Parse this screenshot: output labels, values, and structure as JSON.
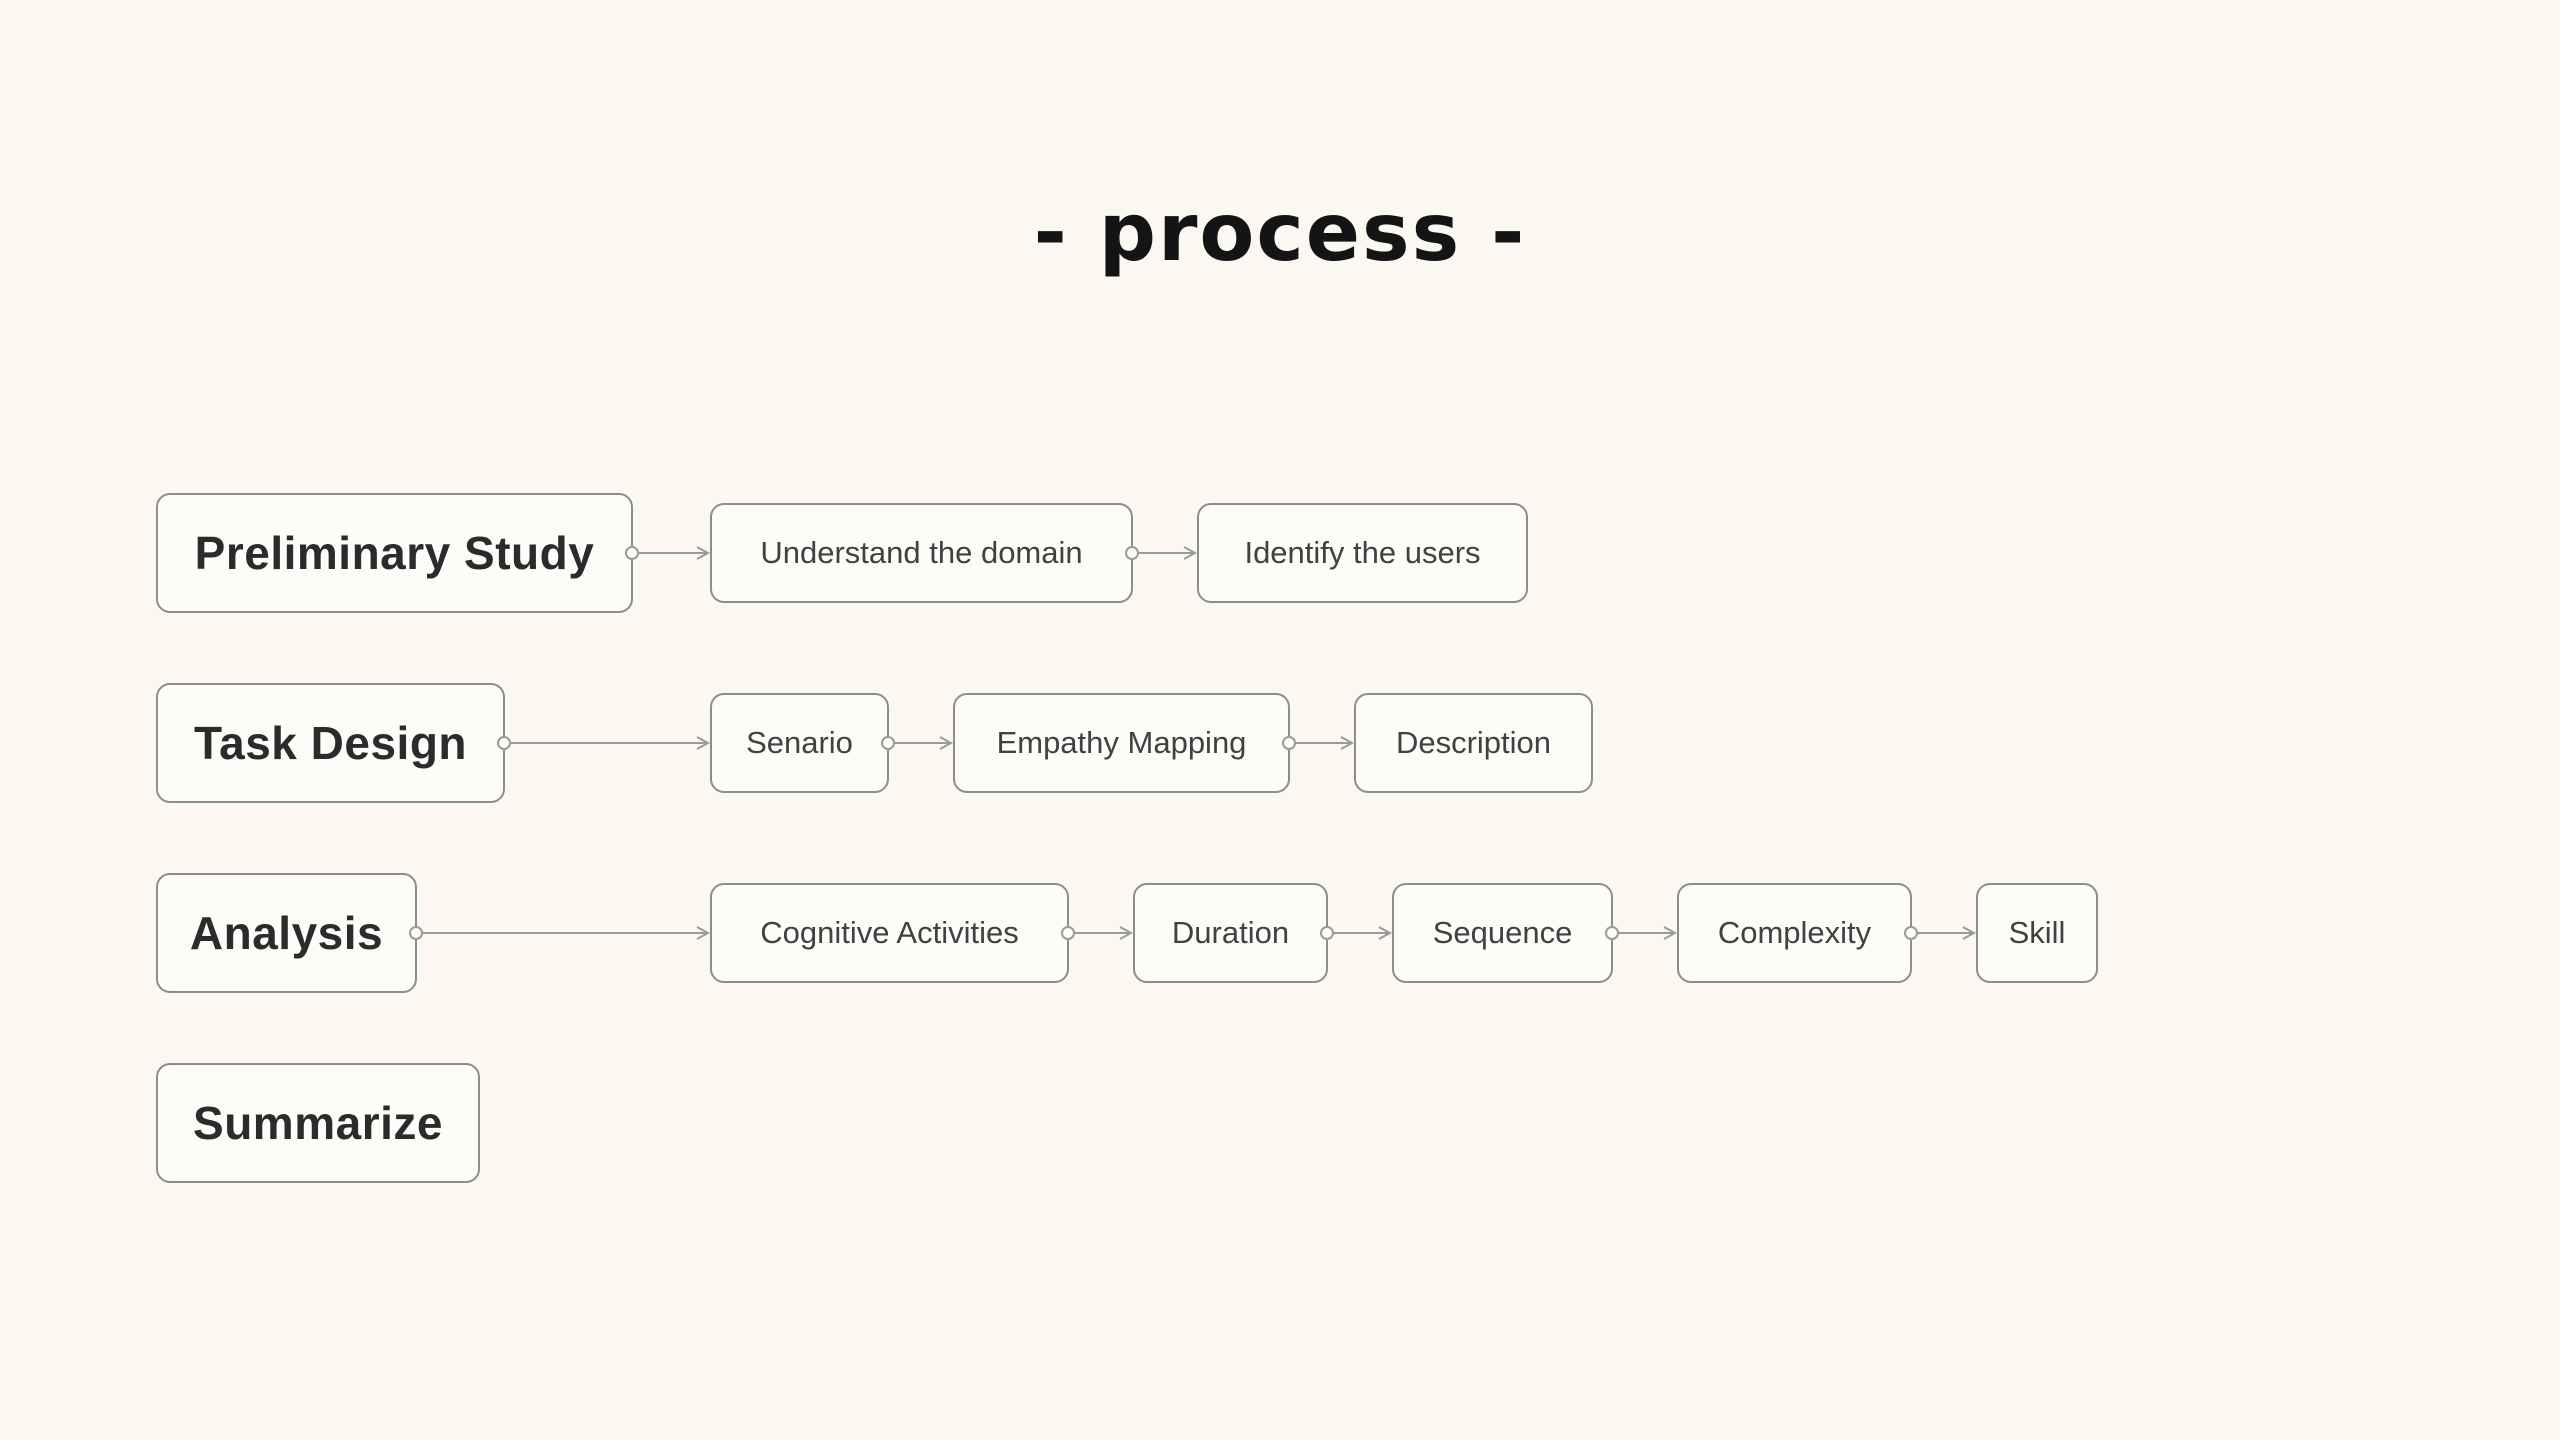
{
  "page": {
    "title": "- process -"
  },
  "colors": {
    "page_background": "#FAF8F1",
    "box_background": "#FDFCF8",
    "box_border": "#8d8d8d",
    "connector_line": "#9a9a9a",
    "label_text": "#2b2b2b",
    "step_text": "#414141",
    "title_text": "#141414"
  },
  "diagram": {
    "rows": [
      {
        "label": "Preliminary Study",
        "steps": [
          "Understand the domain",
          "Identify the users"
        ]
      },
      {
        "label": "Task Design",
        "steps": [
          "Senario",
          "Empathy Mapping",
          "Description"
        ]
      },
      {
        "label": "Analysis",
        "steps": [
          "Cognitive Activities",
          "Duration",
          "Sequence",
          "Complexity",
          "Skill"
        ]
      },
      {
        "label": "Summarize",
        "steps": []
      }
    ]
  }
}
